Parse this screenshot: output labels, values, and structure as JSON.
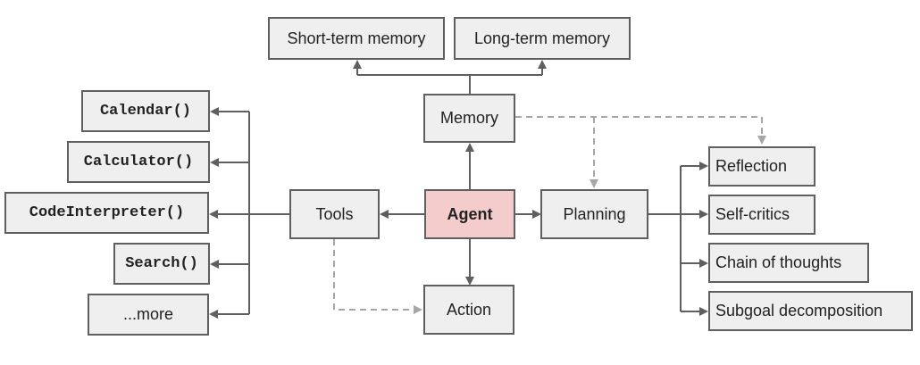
{
  "nodes": {
    "short_term_memory": "Short-term memory",
    "long_term_memory": "Long-term memory",
    "memory": "Memory",
    "agent": "Agent",
    "tools": "Tools",
    "planning": "Planning",
    "action": "Action",
    "reflection": "Reflection",
    "self_critics": "Self-critics",
    "chain_of_thoughts": "Chain of thoughts",
    "subgoal_decomposition": "Subgoal decomposition",
    "calendar": "Calendar()",
    "calculator": "Calculator()",
    "code_interpreter": "CodeInterpreter()",
    "search": "Search()",
    "more": "...more"
  },
  "colors": {
    "node_fill": "#efefef",
    "agent_fill": "#f4cccc",
    "border": "#5f5f5f",
    "dashed": "#a6a6a6"
  }
}
